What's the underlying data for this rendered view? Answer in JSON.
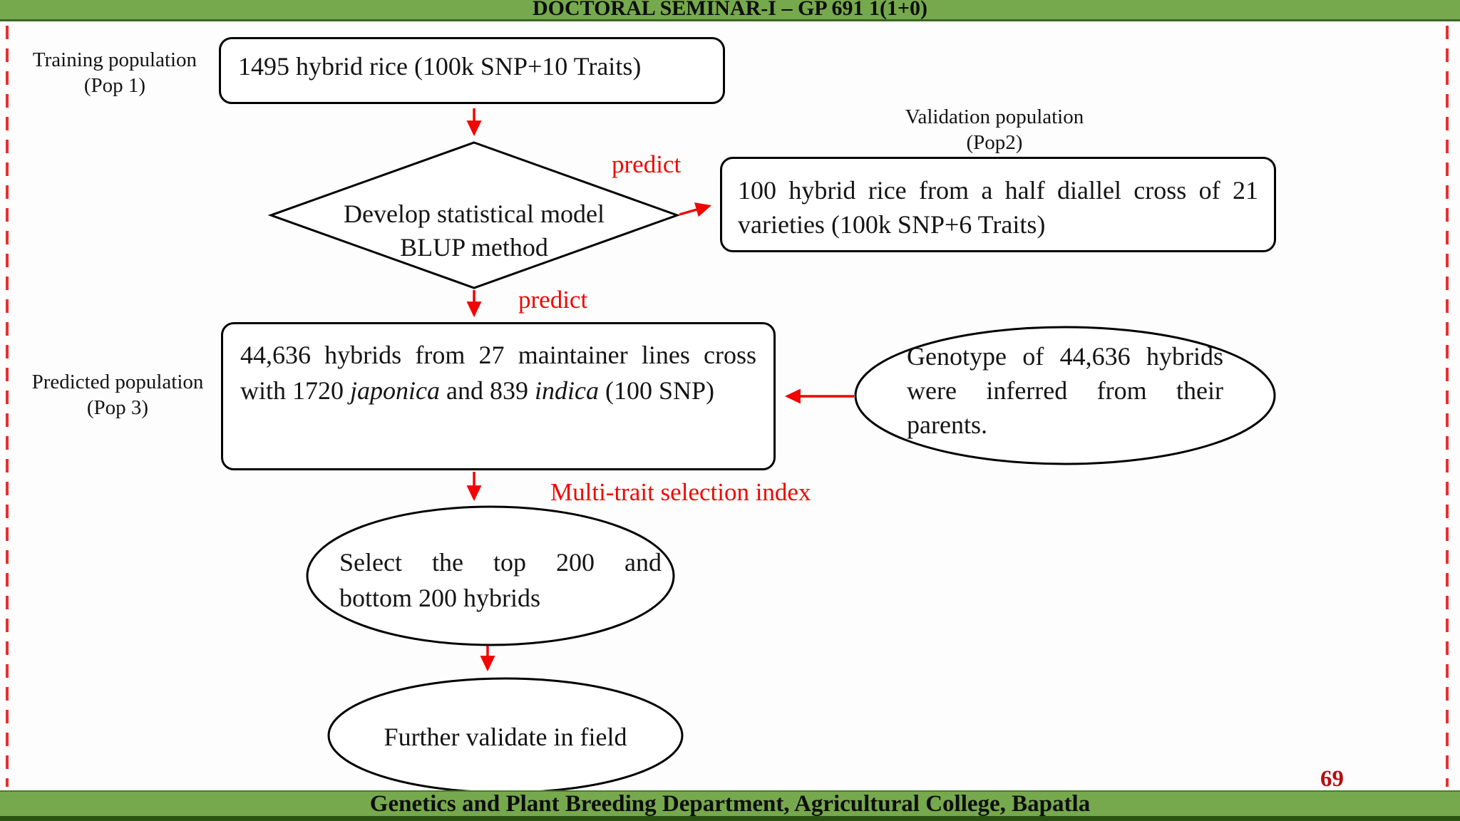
{
  "header": {
    "title": "DOCTORAL SEMINAR-I – GP 691 1(1+0)"
  },
  "footer": {
    "text": "Genetics and Plant Breeding Department, Agricultural College, Bapatla",
    "page_number": "69"
  },
  "colors": {
    "bar_green": "#76a94d",
    "bar_edge_dark_green": "#2b5312",
    "arrow_red": "#f20505",
    "dashed_guide_red": "#e63030",
    "page_number_red": "#b50e14",
    "shape_border_black": "#000000"
  },
  "flowchart": {
    "training_label": {
      "line1": "Training population",
      "line2": "(Pop 1)"
    },
    "training_box": {
      "text": "1495 hybrid rice (100k SNP+10 Traits)"
    },
    "model_diamond": {
      "line1": "Develop statistical model",
      "line2": "BLUP method"
    },
    "predict_label_right": "predict",
    "predict_label_down": "predict",
    "validation_label": {
      "line1": "Validation population",
      "line2": "(Pop2)"
    },
    "validation_box": {
      "line1": "100 hybrid rice from a half diallel cross of 21",
      "line2": "varieties (100k SNP+6 Traits)"
    },
    "predicted_label": {
      "line1": "Predicted population",
      "line2": "(Pop 3)"
    },
    "predicted_box": {
      "line1": "44,636 hybrids from 27 maintainer lines cross",
      "line2_parts": [
        {
          "text": "with 1720 "
        },
        {
          "text": "japonica",
          "italic": true
        },
        {
          "text": " and 839 "
        },
        {
          "text": "indica",
          "italic": true
        },
        {
          "text": " (100 SNP)"
        }
      ]
    },
    "genotype_ellipse": {
      "line1": "Genotype of 44,636 hybrids",
      "line2": "were inferred from their",
      "line3": "parents."
    },
    "selection_index_label": "Multi-trait selection index",
    "select_ellipse": {
      "line1": "Select the top 200 and",
      "line2": "bottom 200 hybrids"
    },
    "validate_ellipse": {
      "text": "Further validate in field"
    }
  }
}
